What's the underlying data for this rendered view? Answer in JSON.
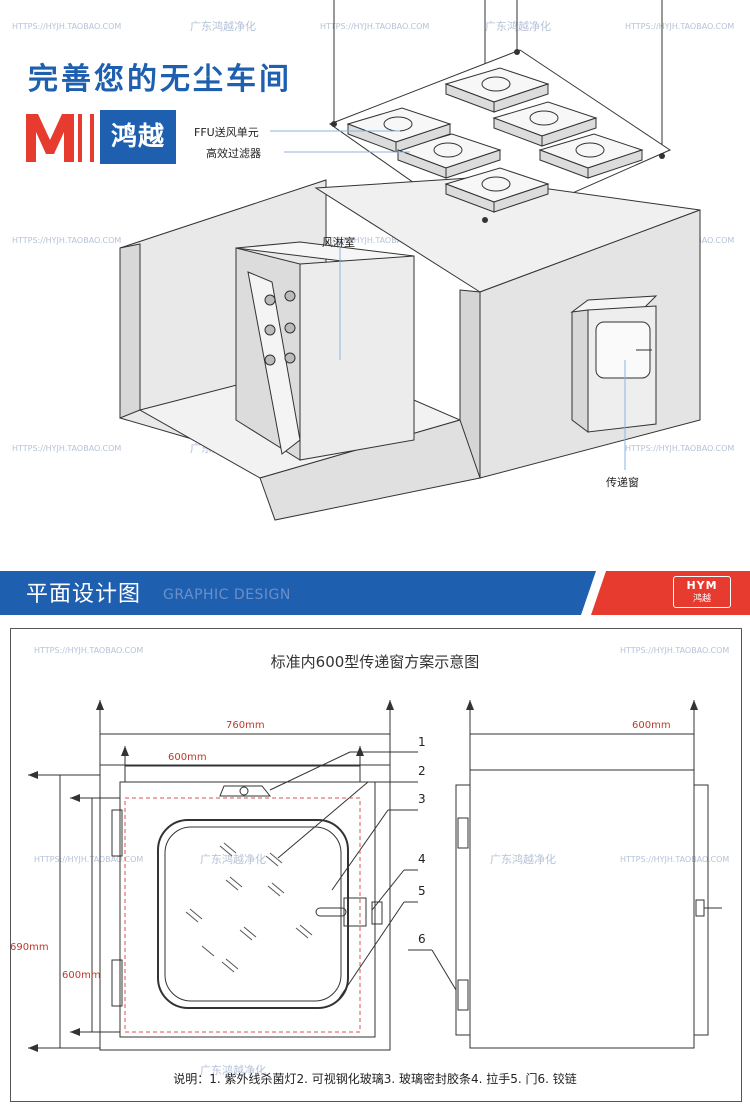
{
  "header": {
    "headline": "完善您的无尘车间",
    "brand_name": "鸿越"
  },
  "scene_labels": {
    "ffu": "FFU送风单元",
    "hepa": "高效过滤器",
    "air_shower": "风淋室",
    "pass_box": "传递窗"
  },
  "banner": {
    "title": "平面设计图",
    "subtitle": "GRAPHIC DESIGN",
    "badge_line1": "HYM",
    "badge_line2": "鸿越"
  },
  "drawing": {
    "title": "标准内600型传递窗方案示意图",
    "dim_outer_width": "760mm",
    "dim_inner_width": "600mm",
    "dim_outer_height": "690mm",
    "dim_inner_height": "600mm",
    "dim_side_depth": "600mm",
    "callouts": [
      "1",
      "2",
      "3",
      "4",
      "5",
      "6"
    ],
    "note": "说明：1. 紫外线杀菌灯2. 可视钢化玻璃3. 玻璃密封胶条4. 拉手5. 门6. 铰链"
  },
  "watermark": {
    "cn": "广东鸿越净化",
    "url": "HTTPS://HYJH.TAOBAO.COM"
  },
  "colors": {
    "brand_blue": "#1f5fb0",
    "brand_red": "#e63b2e",
    "dimension_red": "#c0392b"
  }
}
